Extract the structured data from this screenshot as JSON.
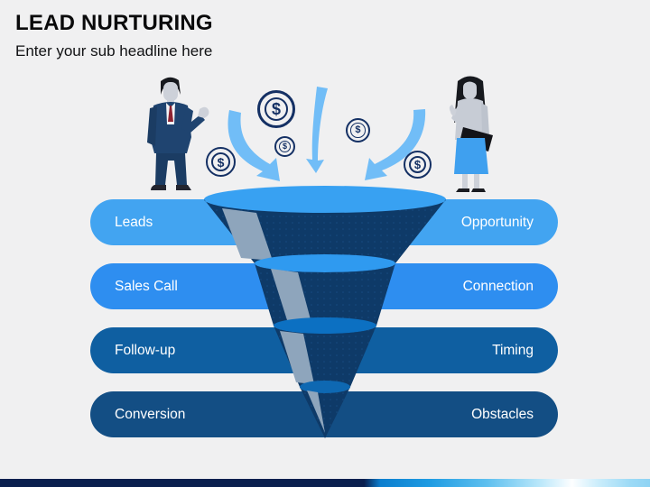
{
  "slide": {
    "title": "LEAD NURTURING",
    "subtitle": "Enter your sub headline here"
  },
  "funnel_rows": [
    {
      "left_label": "Leads",
      "right_label": "Opportunity",
      "color": "#42A4F1"
    },
    {
      "left_label": "Sales Call",
      "right_label": "Connection",
      "color": "#2E8EF0"
    },
    {
      "left_label": "Follow-up",
      "right_label": "Timing",
      "color": "#0F5FA1"
    },
    {
      "left_label": "Conversion",
      "right_label": "Obstacles",
      "color": "#134E84"
    }
  ],
  "decorations": {
    "dollar_sign": "$",
    "coin_icon": "dollar-coin",
    "arrow_icon": "down-arrow",
    "people": [
      "businessman",
      "businesswoman"
    ]
  },
  "colors": {
    "background": "#F0F0F1",
    "title_text": "#0A0A0B",
    "funnel_dark": "#0E3A68",
    "funnel_highlight": "#8EA5BC",
    "funnel_rim_top": "#38A1F2",
    "funnel_rim_mid": "#2F9AF0",
    "funnel_rim_low": "#0C70C2",
    "funnel_rim_tip": "#0E68B2",
    "arrow_blue": "#71BDF7",
    "coin_navy": "#143064",
    "label_text": "#FFFFFF",
    "bottom_bar_left": "#0A1F4E",
    "bottom_bar_mid": "#0C7ECE",
    "bottom_bar_right": "#8ED3F4"
  }
}
